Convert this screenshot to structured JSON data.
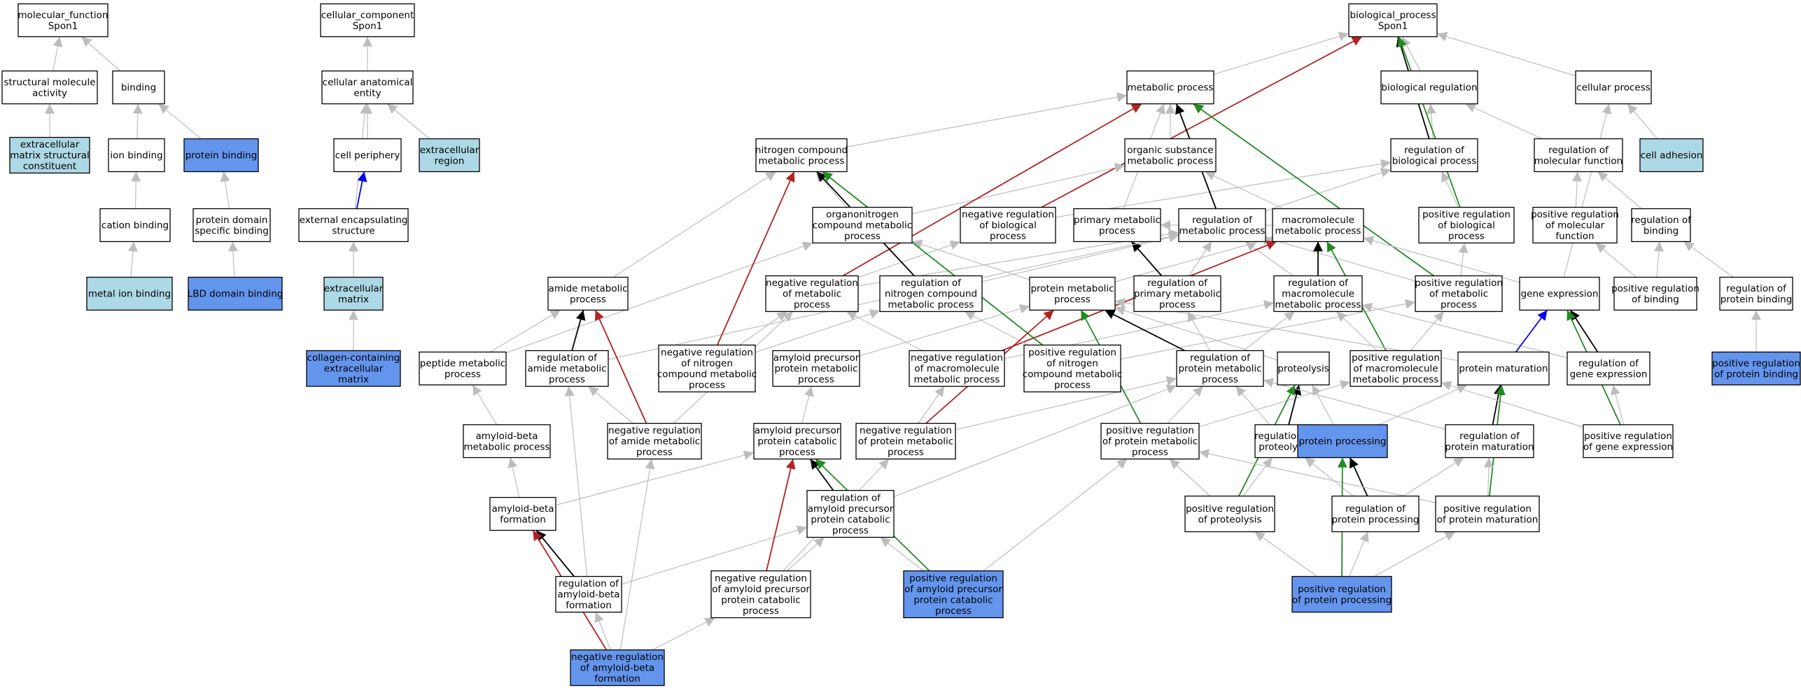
{
  "colors": {
    "plain": "#ffffff",
    "light_blue": "#add8e6",
    "blue": "#6495ed",
    "edge_is_a": "#bdbdbd",
    "edge_part_of": "#0000ee",
    "edge_regulates": "#000000",
    "edge_negatively_regulates": "#b22222",
    "edge_positively_regulates": "#228b22"
  },
  "nodes": [
    {
      "id": "mf",
      "lines": [
        "molecular_function",
        "Spon1"
      ],
      "fill": "plain"
    },
    {
      "id": "cc",
      "lines": [
        "cellular_component",
        "Spon1"
      ],
      "fill": "plain"
    },
    {
      "id": "bp",
      "lines": [
        "biological_process",
        "Spon1"
      ],
      "fill": "plain"
    },
    {
      "id": "sma",
      "lines": [
        "structural molecule",
        "activity"
      ],
      "fill": "plain"
    },
    {
      "id": "bind",
      "lines": [
        "binding"
      ],
      "fill": "plain"
    },
    {
      "id": "cae",
      "lines": [
        "cellular anatomical",
        "entity"
      ],
      "fill": "plain"
    },
    {
      "id": "mp",
      "lines": [
        "metabolic process"
      ],
      "fill": "plain"
    },
    {
      "id": "breg",
      "lines": [
        "biological regulation"
      ],
      "fill": "plain"
    },
    {
      "id": "cp",
      "lines": [
        "cellular process"
      ],
      "fill": "plain"
    },
    {
      "id": "ecmsc",
      "lines": [
        "extracellular",
        "matrix structural",
        "constituent"
      ],
      "fill": "light_blue"
    },
    {
      "id": "ionb",
      "lines": [
        "ion binding"
      ],
      "fill": "plain"
    },
    {
      "id": "protb",
      "lines": [
        "protein binding"
      ],
      "fill": "blue"
    },
    {
      "id": "cper",
      "lines": [
        "cell periphery"
      ],
      "fill": "plain"
    },
    {
      "id": "ecr",
      "lines": [
        "extracellular",
        "region"
      ],
      "fill": "light_blue"
    },
    {
      "id": "ncmp",
      "lines": [
        "nitrogen compound",
        "metabolic process"
      ],
      "fill": "plain"
    },
    {
      "id": "osmp",
      "lines": [
        "organic substance",
        "metabolic process"
      ],
      "fill": "plain"
    },
    {
      "id": "rbp",
      "lines": [
        "regulation of",
        "biological process"
      ],
      "fill": "plain"
    },
    {
      "id": "rmf",
      "lines": [
        "regulation of",
        "molecular function"
      ],
      "fill": "plain"
    },
    {
      "id": "cadh",
      "lines": [
        "cell adhesion"
      ],
      "fill": "light_blue"
    },
    {
      "id": "catb",
      "lines": [
        "cation binding"
      ],
      "fill": "plain"
    },
    {
      "id": "pdsb",
      "lines": [
        "protein domain",
        "specific binding"
      ],
      "fill": "plain"
    },
    {
      "id": "ees",
      "lines": [
        "external encapsulating",
        "structure"
      ],
      "fill": "plain"
    },
    {
      "id": "oncmp",
      "lines": [
        "organonitrogen",
        "compound metabolic",
        "process"
      ],
      "fill": "plain"
    },
    {
      "id": "nrbp",
      "lines": [
        "negative regulation",
        "of biological",
        "process"
      ],
      "fill": "plain"
    },
    {
      "id": "pmp",
      "lines": [
        "primary metabolic",
        "process"
      ],
      "fill": "plain"
    },
    {
      "id": "rmp",
      "lines": [
        "regulation of",
        "metabolic process"
      ],
      "fill": "plain"
    },
    {
      "id": "mmp",
      "lines": [
        "macromolecule",
        "metabolic process"
      ],
      "fill": "plain"
    },
    {
      "id": "prbp",
      "lines": [
        "positive regulation",
        "of biological",
        "process"
      ],
      "fill": "plain"
    },
    {
      "id": "prmf",
      "lines": [
        "positive regulation",
        "of molecular",
        "function"
      ],
      "fill": "plain"
    },
    {
      "id": "rbind",
      "lines": [
        "regulation of",
        "binding"
      ],
      "fill": "plain"
    },
    {
      "id": "mib",
      "lines": [
        "metal ion binding"
      ],
      "fill": "light_blue"
    },
    {
      "id": "lbd",
      "lines": [
        "LBD domain binding"
      ],
      "fill": "blue"
    },
    {
      "id": "ecm",
      "lines": [
        "extracellular",
        "matrix"
      ],
      "fill": "light_blue"
    },
    {
      "id": "amp",
      "lines": [
        "amide metabolic",
        "process"
      ],
      "fill": "plain"
    },
    {
      "id": "nrmp",
      "lines": [
        "negative regulation",
        "of metabolic",
        "process"
      ],
      "fill": "plain"
    },
    {
      "id": "rncmp",
      "lines": [
        "regulation of",
        "nitrogen compound",
        "metabolic process"
      ],
      "fill": "plain"
    },
    {
      "id": "protmp",
      "lines": [
        "protein metabolic",
        "process"
      ],
      "fill": "plain"
    },
    {
      "id": "rpmp",
      "lines": [
        "regulation of",
        "primary metabolic",
        "process"
      ],
      "fill": "plain"
    },
    {
      "id": "rmmp",
      "lines": [
        "regulation of",
        "macromolecule",
        "metabolic process"
      ],
      "fill": "plain"
    },
    {
      "id": "prmp",
      "lines": [
        "positive regulation",
        "of metabolic",
        "process"
      ],
      "fill": "plain"
    },
    {
      "id": "gexp",
      "lines": [
        "gene expression"
      ],
      "fill": "plain"
    },
    {
      "id": "prbind",
      "lines": [
        "positive regulation",
        "of binding"
      ],
      "fill": "plain"
    },
    {
      "id": "rprotb",
      "lines": [
        "regulation of",
        "protein binding"
      ],
      "fill": "plain"
    },
    {
      "id": "ccecm",
      "lines": [
        "collagen-containing",
        "extracellular",
        "matrix"
      ],
      "fill": "blue"
    },
    {
      "id": "pepmp",
      "lines": [
        "peptide metabolic",
        "process"
      ],
      "fill": "plain"
    },
    {
      "id": "ramp",
      "lines": [
        "regulation of",
        "amide metabolic",
        "process"
      ],
      "fill": "plain"
    },
    {
      "id": "nrncmp",
      "lines": [
        "negative regulation",
        "of nitrogen",
        "compound metabolic",
        "process"
      ],
      "fill": "plain"
    },
    {
      "id": "appmp",
      "lines": [
        "amyloid precursor",
        "protein metabolic",
        "process"
      ],
      "fill": "plain"
    },
    {
      "id": "nrmmp",
      "lines": [
        "negative regulation",
        "of macromolecule",
        "metabolic process"
      ],
      "fill": "plain"
    },
    {
      "id": "prncmp",
      "lines": [
        "positive regulation",
        "of nitrogen",
        "compound metabolic",
        "process"
      ],
      "fill": "plain"
    },
    {
      "id": "rprotmp",
      "lines": [
        "regulation of",
        "protein metabolic",
        "process"
      ],
      "fill": "plain"
    },
    {
      "id": "prot",
      "lines": [
        "proteolysis"
      ],
      "fill": "plain"
    },
    {
      "id": "prmmp",
      "lines": [
        "positive regulation",
        "of macromolecule",
        "metabolic process"
      ],
      "fill": "plain"
    },
    {
      "id": "pmat",
      "lines": [
        "protein maturation"
      ],
      "fill": "plain"
    },
    {
      "id": "rgexp",
      "lines": [
        "regulation of",
        "gene expression"
      ],
      "fill": "plain"
    },
    {
      "id": "prprotb",
      "lines": [
        "positive regulation",
        "of protein binding"
      ],
      "fill": "blue"
    },
    {
      "id": "abmp",
      "lines": [
        "amyloid-beta",
        "metabolic process"
      ],
      "fill": "plain"
    },
    {
      "id": "nramp",
      "lines": [
        "negative regulation",
        "of amide metabolic",
        "process"
      ],
      "fill": "plain"
    },
    {
      "id": "appcp",
      "lines": [
        "amyloid precursor",
        "protein catabolic",
        "process"
      ],
      "fill": "plain"
    },
    {
      "id": "nrprotmp",
      "lines": [
        "negative regulation",
        "of protein metabolic",
        "process"
      ],
      "fill": "plain"
    },
    {
      "id": "prprotmp",
      "lines": [
        "positive regulation",
        "of protein metabolic",
        "process"
      ],
      "fill": "plain"
    },
    {
      "id": "rprot",
      "lines": [
        "regulation of",
        "proteolysis"
      ],
      "fill": "plain"
    },
    {
      "id": "pproc",
      "lines": [
        "protein processing"
      ],
      "fill": "blue"
    },
    {
      "id": "rpmat",
      "lines": [
        "regulation of",
        "protein maturation"
      ],
      "fill": "plain"
    },
    {
      "id": "prgexp",
      "lines": [
        "positive regulation",
        "of gene expression"
      ],
      "fill": "plain"
    },
    {
      "id": "abf",
      "lines": [
        "amyloid-beta",
        "formation"
      ],
      "fill": "plain"
    },
    {
      "id": "rappcp",
      "lines": [
        "regulation of",
        "amyloid precursor",
        "protein catabolic",
        "process"
      ],
      "fill": "plain"
    },
    {
      "id": "prprot",
      "lines": [
        "positive regulation",
        "of proteolysis"
      ],
      "fill": "plain"
    },
    {
      "id": "rpproc",
      "lines": [
        "regulation of",
        "protein processing"
      ],
      "fill": "plain"
    },
    {
      "id": "prpmat",
      "lines": [
        "positive regulation",
        "of protein maturation"
      ],
      "fill": "plain"
    },
    {
      "id": "rabf",
      "lines": [
        "regulation of",
        "amyloid-beta",
        "formation"
      ],
      "fill": "plain"
    },
    {
      "id": "nrappcp",
      "lines": [
        "negative regulation",
        "of amyloid precursor",
        "protein catabolic",
        "process"
      ],
      "fill": "plain"
    },
    {
      "id": "prappcp",
      "lines": [
        "positive regulation",
        "of amyloid precursor",
        "protein catabolic",
        "process"
      ],
      "fill": "blue"
    },
    {
      "id": "prpproc",
      "lines": [
        "positive regulation",
        "of protein processing"
      ],
      "fill": "blue"
    },
    {
      "id": "nrabf",
      "lines": [
        "negative regulation",
        "of amyloid-beta",
        "formation"
      ],
      "fill": "blue"
    }
  ],
  "edges": [
    [
      "sma",
      "mf",
      "is_a"
    ],
    [
      "bind",
      "mf",
      "is_a"
    ],
    [
      "ecmsc",
      "sma",
      "is_a"
    ],
    [
      "ionb",
      "bind",
      "is_a"
    ],
    [
      "protb",
      "bind",
      "is_a"
    ],
    [
      "catb",
      "ionb",
      "is_a"
    ],
    [
      "mib",
      "catb",
      "is_a"
    ],
    [
      "pdsb",
      "protb",
      "is_a"
    ],
    [
      "lbd",
      "pdsb",
      "is_a"
    ],
    [
      "cae",
      "cc",
      "is_a"
    ],
    [
      "cper",
      "cae",
      "is_a"
    ],
    [
      "ecr",
      "cae",
      "is_a"
    ],
    [
      "ees",
      "cae",
      "is_a"
    ],
    [
      "ees",
      "cper",
      "part_of"
    ],
    [
      "ecm",
      "ees",
      "is_a"
    ],
    [
      "ccecm",
      "ecm",
      "is_a"
    ],
    [
      "mp",
      "bp",
      "is_a"
    ],
    [
      "breg",
      "bp",
      "is_a"
    ],
    [
      "cp",
      "bp",
      "is_a"
    ],
    [
      "rbp",
      "bp",
      "regulates"
    ],
    [
      "rbp",
      "breg",
      "is_a"
    ],
    [
      "rmf",
      "breg",
      "is_a"
    ],
    [
      "cadh",
      "cp",
      "is_a"
    ],
    [
      "nrbp",
      "bp",
      "negatively_regulates"
    ],
    [
      "prbp",
      "bp",
      "positively_regulates"
    ],
    [
      "nrbp",
      "rbp",
      "is_a"
    ],
    [
      "prbp",
      "rbp",
      "is_a"
    ],
    [
      "prmf",
      "rmf",
      "is_a"
    ],
    [
      "rbind",
      "rmf",
      "is_a"
    ],
    [
      "prbind",
      "rbind",
      "is_a"
    ],
    [
      "prbind",
      "prmf",
      "is_a"
    ],
    [
      "rprotb",
      "rbind",
      "is_a"
    ],
    [
      "prprotb",
      "rprotb",
      "is_a"
    ],
    [
      "ncmp",
      "mp",
      "is_a"
    ],
    [
      "osmp",
      "mp",
      "is_a"
    ],
    [
      "pmp",
      "mp",
      "is_a"
    ],
    [
      "rmp",
      "mp",
      "regulates"
    ],
    [
      "rmp",
      "rbp",
      "is_a"
    ],
    [
      "oncmp",
      "ncmp",
      "is_a"
    ],
    [
      "oncmp",
      "osmp",
      "is_a"
    ],
    [
      "mmp",
      "osmp",
      "is_a"
    ],
    [
      "mmp",
      "pmp",
      "is_a"
    ],
    [
      "nrmp",
      "mp",
      "negatively_regulates"
    ],
    [
      "prmp",
      "mp",
      "positively_regulates"
    ],
    [
      "nrmp",
      "rmp",
      "is_a"
    ],
    [
      "nrmp",
      "nrbp",
      "is_a"
    ],
    [
      "prmp",
      "rmp",
      "is_a"
    ],
    [
      "prmp",
      "prbp",
      "is_a"
    ],
    [
      "rncmp",
      "ncmp",
      "regulates"
    ],
    [
      "rncmp",
      "rmp",
      "is_a"
    ],
    [
      "protmp",
      "oncmp",
      "is_a"
    ],
    [
      "protmp",
      "mmp",
      "is_a"
    ],
    [
      "rpmp",
      "pmp",
      "regulates"
    ],
    [
      "rpmp",
      "rmp",
      "is_a"
    ],
    [
      "rmmp",
      "mmp",
      "regulates"
    ],
    [
      "rmmp",
      "rmp",
      "is_a"
    ],
    [
      "gexp",
      "mmp",
      "is_a"
    ],
    [
      "amp",
      "ncmp",
      "is_a"
    ],
    [
      "pepmp",
      "amp",
      "is_a"
    ],
    [
      "pepmp",
      "oncmp",
      "is_a"
    ],
    [
      "ramp",
      "amp",
      "regulates"
    ],
    [
      "ramp",
      "rmp",
      "is_a"
    ],
    [
      "nrncmp",
      "ncmp",
      "negatively_regulates"
    ],
    [
      "nrncmp",
      "rncmp",
      "is_a"
    ],
    [
      "nrncmp",
      "nrmp",
      "is_a"
    ],
    [
      "appmp",
      "protmp",
      "is_a"
    ],
    [
      "nrmmp",
      "mmp",
      "negatively_regulates"
    ],
    [
      "nrmmp",
      "rmmp",
      "is_a"
    ],
    [
      "nrmmp",
      "nrmp",
      "is_a"
    ],
    [
      "prncmp",
      "ncmp",
      "positively_regulates"
    ],
    [
      "prncmp",
      "rncmp",
      "is_a"
    ],
    [
      "prncmp",
      "prmp",
      "is_a"
    ],
    [
      "rprotmp",
      "protmp",
      "regulates"
    ],
    [
      "rprotmp",
      "rpmp",
      "is_a"
    ],
    [
      "rprotmp",
      "rmmp",
      "is_a"
    ],
    [
      "prot",
      "protmp",
      "is_a"
    ],
    [
      "prmmp",
      "mmp",
      "positively_regulates"
    ],
    [
      "prmmp",
      "rmmp",
      "is_a"
    ],
    [
      "prmmp",
      "prmp",
      "is_a"
    ],
    [
      "pmat",
      "protmp",
      "is_a"
    ],
    [
      "rgexp",
      "gexp",
      "regulates"
    ],
    [
      "rgexp",
      "rmmp",
      "is_a"
    ],
    [
      "abmp",
      "pepmp",
      "is_a"
    ],
    [
      "nramp",
      "amp",
      "negatively_regulates"
    ],
    [
      "nramp",
      "ramp",
      "is_a"
    ],
    [
      "nramp",
      "nrmp",
      "is_a"
    ],
    [
      "appcp",
      "appmp",
      "is_a"
    ],
    [
      "nrprotmp",
      "protmp",
      "negatively_regulates"
    ],
    [
      "nrprotmp",
      "rprotmp",
      "is_a"
    ],
    [
      "nrprotmp",
      "nrmmp",
      "is_a"
    ],
    [
      "prprotmp",
      "protmp",
      "positively_regulates"
    ],
    [
      "prprotmp",
      "rprotmp",
      "is_a"
    ],
    [
      "prprotmp",
      "prmmp",
      "is_a"
    ],
    [
      "rprot",
      "prot",
      "regulates"
    ],
    [
      "rprot",
      "rprotmp",
      "is_a"
    ],
    [
      "pproc",
      "prot",
      "is_a"
    ],
    [
      "pproc",
      "pmat",
      "is_a"
    ],
    [
      "rpmat",
      "pmat",
      "regulates"
    ],
    [
      "rpmat",
      "rprotmp",
      "is_a"
    ],
    [
      "prgexp",
      "gexp",
      "positively_regulates"
    ],
    [
      "prgexp",
      "rgexp",
      "is_a"
    ],
    [
      "prgexp",
      "prmmp",
      "is_a"
    ],
    [
      "gexp",
      "cp",
      "is_a"
    ],
    [
      "pmat",
      "gexp",
      "part_of"
    ],
    [
      "abf",
      "abmp",
      "is_a"
    ],
    [
      "abf",
      "appcp",
      "is_a"
    ],
    [
      "rappcp",
      "appcp",
      "regulates"
    ],
    [
      "rappcp",
      "rprotmp",
      "is_a"
    ],
    [
      "prprot",
      "prot",
      "positively_regulates"
    ],
    [
      "prprot",
      "rprot",
      "is_a"
    ],
    [
      "prprot",
      "prprotmp",
      "is_a"
    ],
    [
      "rpproc",
      "pproc",
      "regulates"
    ],
    [
      "rpproc",
      "rpmat",
      "is_a"
    ],
    [
      "rpproc",
      "rprot",
      "is_a"
    ],
    [
      "prpmat",
      "pmat",
      "positively_regulates"
    ],
    [
      "prpmat",
      "rpmat",
      "is_a"
    ],
    [
      "prpmat",
      "prprotmp",
      "is_a"
    ],
    [
      "rabf",
      "abf",
      "regulates"
    ],
    [
      "rabf",
      "ramp",
      "is_a"
    ],
    [
      "rabf",
      "rappcp",
      "is_a"
    ],
    [
      "nrappcp",
      "appcp",
      "negatively_regulates"
    ],
    [
      "nrappcp",
      "rappcp",
      "is_a"
    ],
    [
      "nrappcp",
      "nrprotmp",
      "is_a"
    ],
    [
      "prappcp",
      "appcp",
      "positively_regulates"
    ],
    [
      "prappcp",
      "rappcp",
      "is_a"
    ],
    [
      "prappcp",
      "prprotmp",
      "is_a"
    ],
    [
      "prpproc",
      "pproc",
      "positively_regulates"
    ],
    [
      "prpproc",
      "rpproc",
      "is_a"
    ],
    [
      "prpproc",
      "prpmat",
      "is_a"
    ],
    [
      "prpproc",
      "prprot",
      "is_a"
    ],
    [
      "nrabf",
      "abf",
      "negatively_regulates"
    ],
    [
      "nrabf",
      "rabf",
      "is_a"
    ],
    [
      "nrabf",
      "nramp",
      "is_a"
    ],
    [
      "nrabf",
      "nrappcp",
      "is_a"
    ]
  ]
}
